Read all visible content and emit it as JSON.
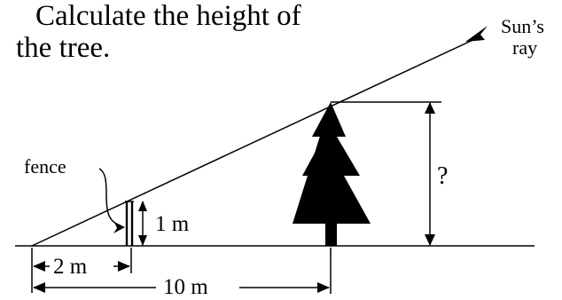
{
  "problem": {
    "title_line1": "Calculate the height of",
    "title_line2": "the tree."
  },
  "labels": {
    "sun_line1": "Sun’s",
    "sun_line2": "ray",
    "fence": "fence",
    "fence_height": "1 m",
    "short_distance": "2 m",
    "long_distance": "10 m",
    "tree_height": "?"
  },
  "icons": {
    "sun_ray_arrow": "arrowhead-icon",
    "tree": "pine-tree-icon"
  },
  "colors": {
    "ink": "#000000",
    "background": "#ffffff"
  }
}
